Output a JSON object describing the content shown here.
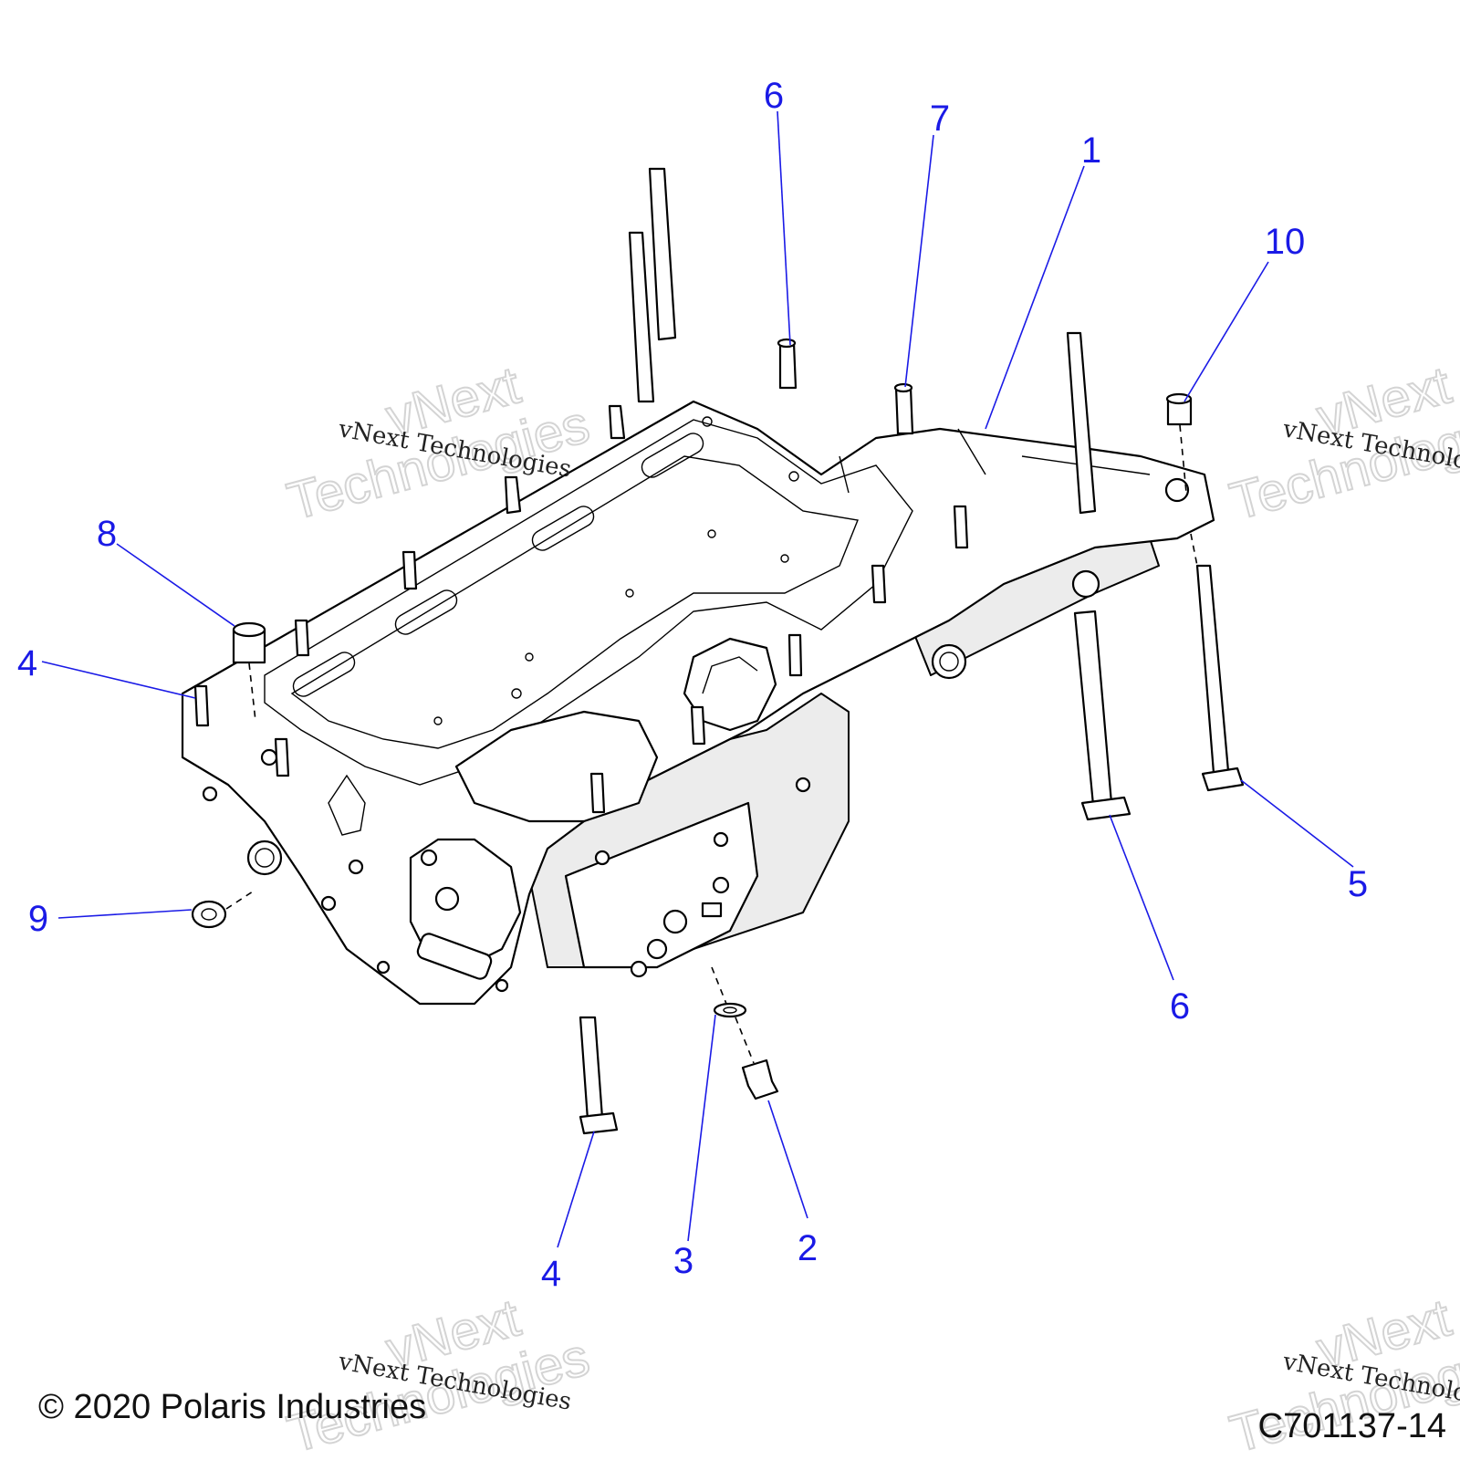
{
  "diagram": {
    "callouts": [
      "6",
      "7",
      "1",
      "10",
      "8",
      "4",
      "9",
      "5",
      "6",
      "4",
      "3",
      "2"
    ],
    "watermark": {
      "line1": "vNext Technologies",
      "big_a": "vNext",
      "big_b": "Technologies"
    },
    "copyright": "© 2020 Polaris Industries",
    "figure_id": "C701137-14"
  }
}
